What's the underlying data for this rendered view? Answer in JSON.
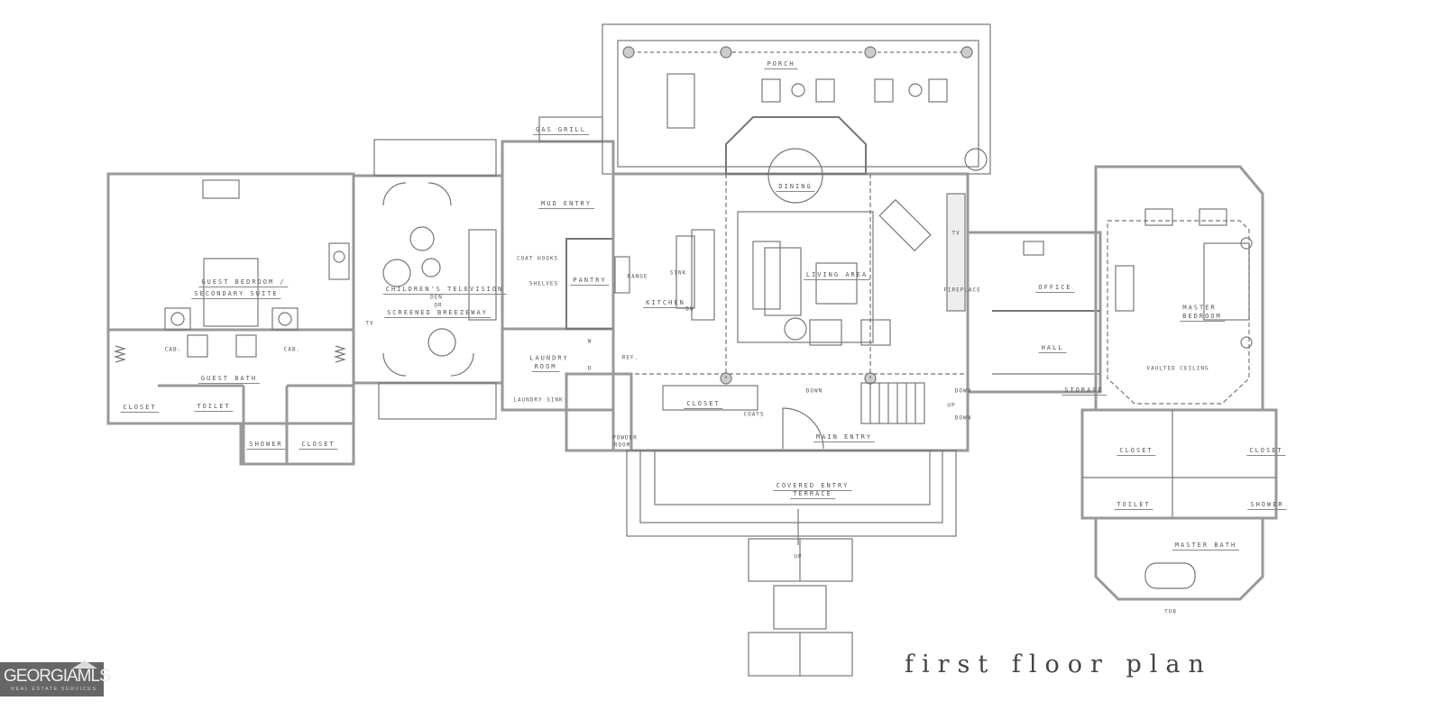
{
  "title": "first floor plan",
  "logo": {
    "main": "GEORGIAMLS",
    "sub": "REAL ESTATE SERVICES"
  },
  "labels": {
    "porch": "PORCH",
    "gas_grill": "GAS GRILL",
    "dining": "DINING",
    "mud_entry": "MUD ENTRY",
    "coat_hooks": "COAT HOOKS",
    "shelves": "SHELVES",
    "pantry": "PANTRY",
    "range": "RANGE",
    "sink": "SINK",
    "dw": "DW",
    "kitchen": "KITCHEN",
    "ref": "REF.",
    "w": "W",
    "d": "D",
    "living_area": "LIVING AREA",
    "tv_living": "TV",
    "fireplace": "FIREPLACE",
    "office": "OFFICE",
    "hall": "HALL",
    "storage": "STORAGE",
    "master_bedroom_1": "MASTER",
    "master_bedroom_2": "BEDROOM",
    "vaulted_ceiling": "VAULTED CEILING",
    "closet_master_left": "CLOSET",
    "closet_master_right": "CLOSET",
    "toilet_master": "TOILET",
    "shower_master": "SHOWER",
    "master_bath": "MASTER BATH",
    "tub": "TUB",
    "laundry_room_1": "LAUNDRY",
    "laundry_room_2": "ROOM",
    "laundry_sink": "LAUNDRY SINK",
    "closet_entry": "CLOSET",
    "coats": "COATS",
    "powder_room_1": "POWDER",
    "powder_room_2": "ROOM",
    "main_entry": "MAIN ENTRY",
    "covered_entry_1": "COVERED ENTRY",
    "covered_entry_2": "TERRACE",
    "up": "UP",
    "up_steps": "UP",
    "down_1": "DOWN",
    "down_2": "DOWN",
    "down_3": "DOWN",
    "guest_bedroom_1": "GUEST BEDROOM /",
    "guest_bedroom_2": "SECONDARY SUITE",
    "cab_left": "CAB.",
    "cab_right": "CAB.",
    "guest_bath": "GUEST BATH",
    "closet_guest_left": "CLOSET",
    "toilet_guest": "TOILET",
    "shower_guest": "SHOWER",
    "closet_guest_right": "CLOSET",
    "den_1": "CHILDREN'S TELEVISION",
    "den_2": "DEN",
    "den_or": "OR",
    "den_3": "SCREENED BREEZEWAY",
    "tv_den": "TV"
  }
}
